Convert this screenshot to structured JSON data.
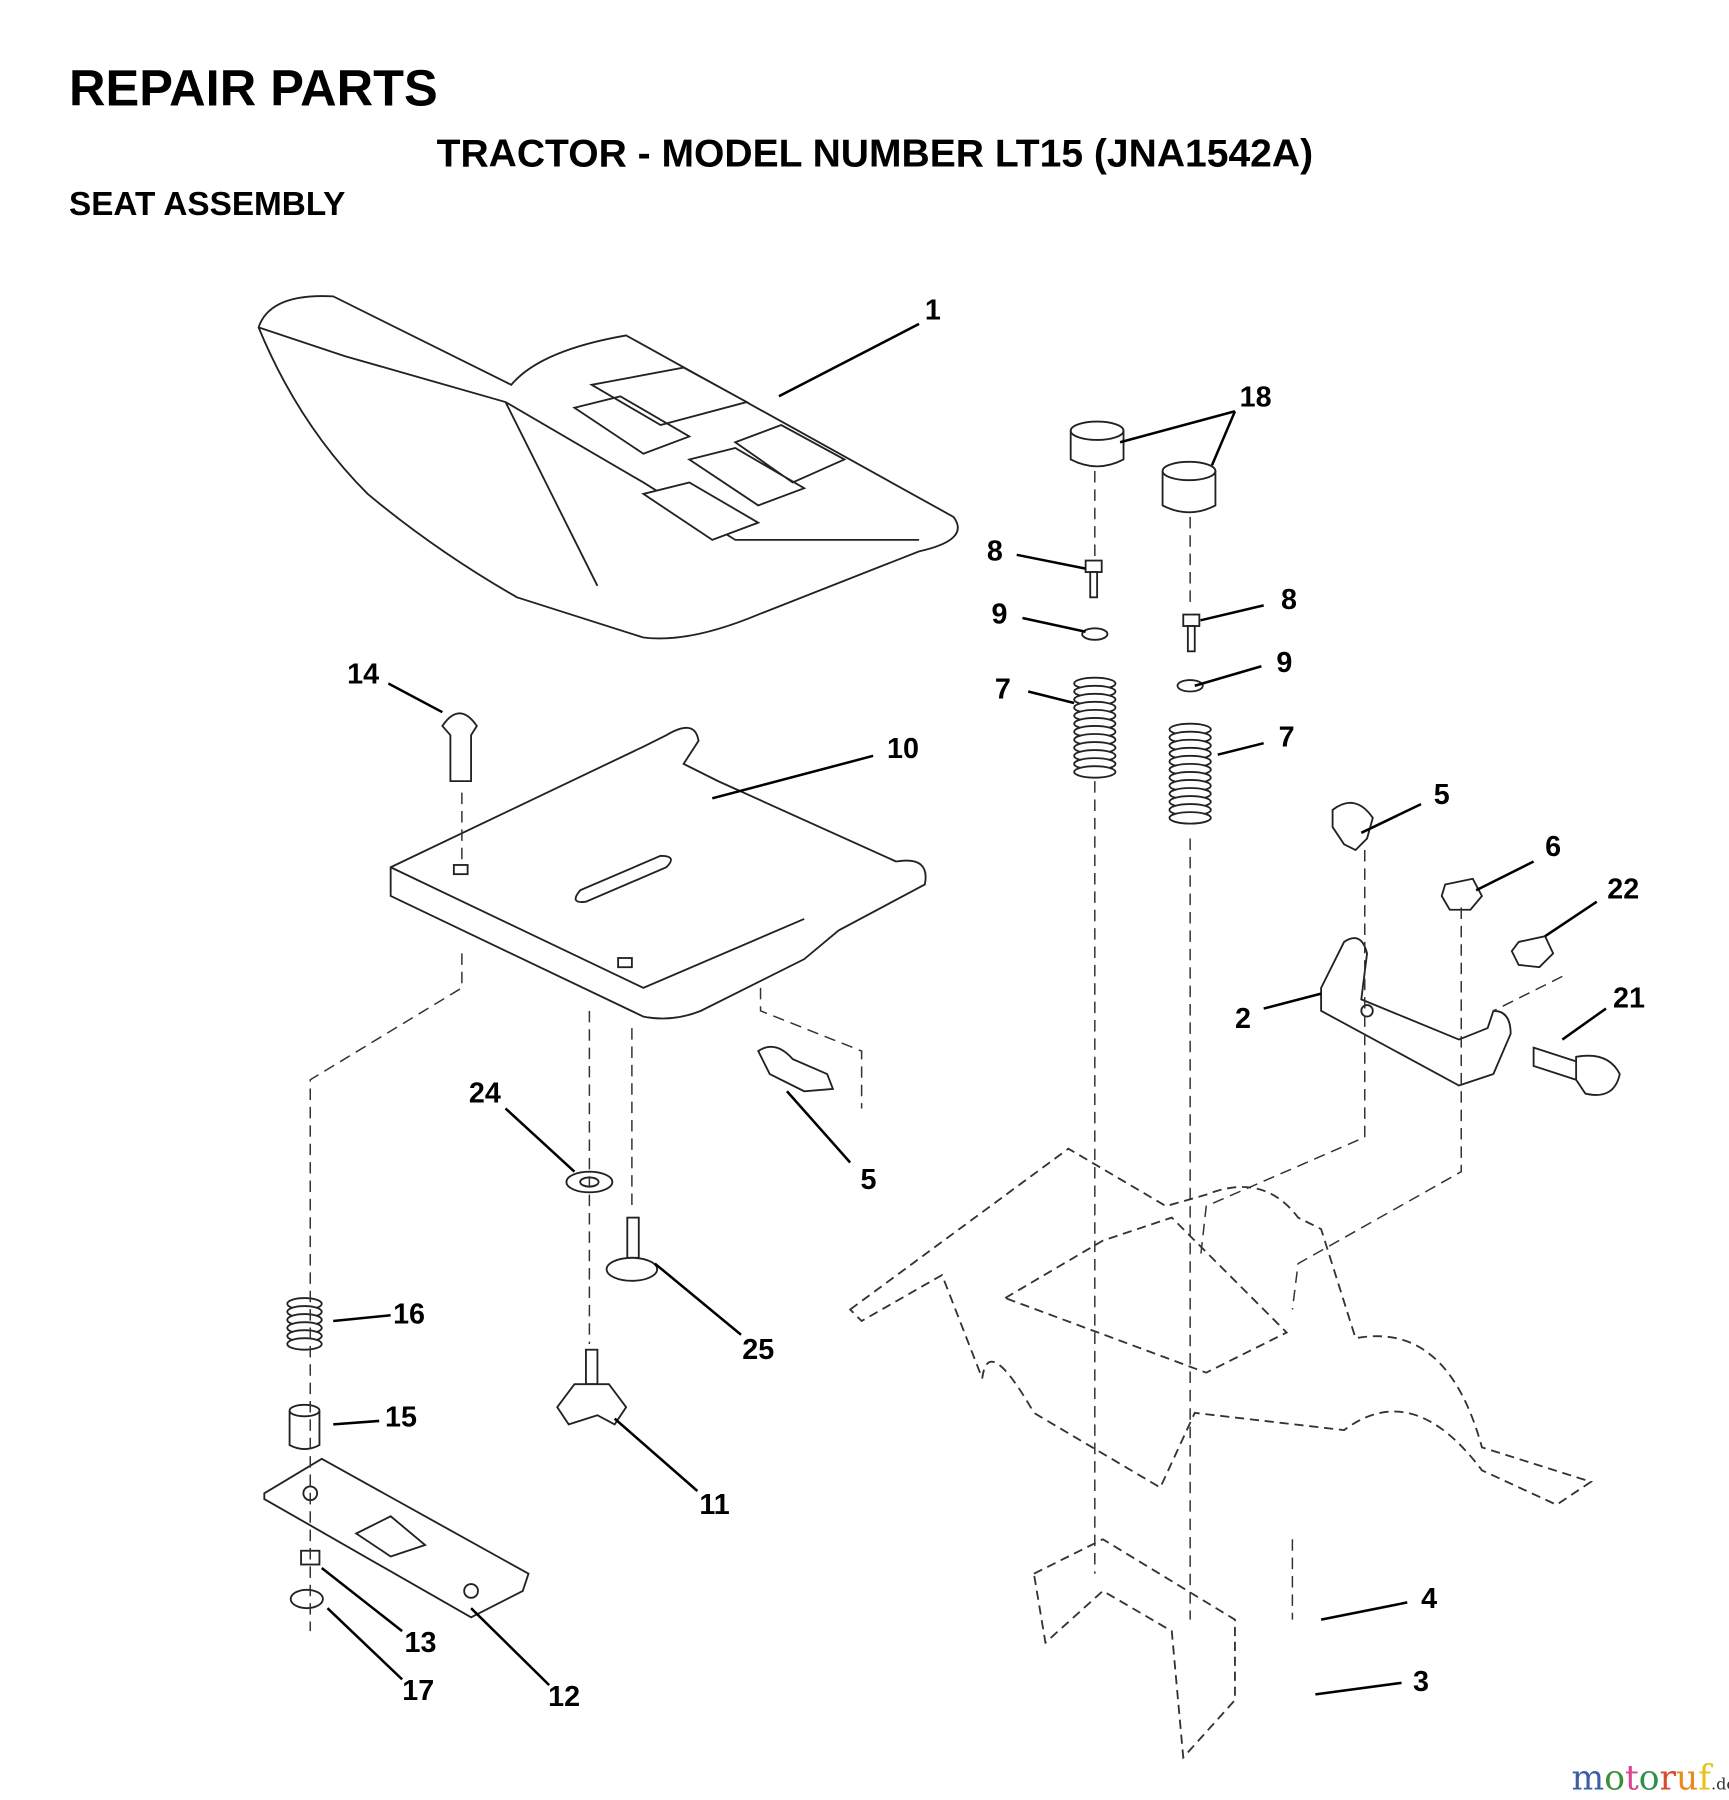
{
  "header": {
    "title": "REPAIR PARTS",
    "model": "TRACTOR - MODEL NUMBER LT15 (JNA1542A)",
    "section": "SEAT ASSEMBLY"
  },
  "callouts": [
    "1",
    "18",
    "8",
    "9",
    "7",
    "8",
    "9",
    "7",
    "14",
    "10",
    "5",
    "6",
    "22",
    "2",
    "21",
    "24",
    "5",
    "16",
    "25",
    "15",
    "11",
    "4",
    "13",
    "3",
    "17",
    "12"
  ],
  "watermark": {
    "text": "motoruf",
    "suffix": ".de",
    "letters": [
      "m",
      "o",
      "t",
      "o",
      "r",
      "u",
      "f"
    ],
    "colors": [
      "#3b5ea8",
      "#3b8f3b",
      "#d9468f",
      "#2f8f4f",
      "#d94b2b",
      "#e98a1d",
      "#e8c21a"
    ]
  }
}
